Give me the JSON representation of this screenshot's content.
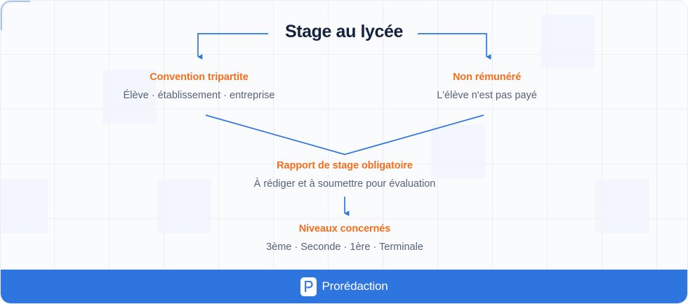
{
  "theme": {
    "accent_orange": "#f4701e",
    "arrow_blue": "#2f75e0",
    "footer_blue": "#2f75e0",
    "heading_navy": "#16213e",
    "subtitle_gray": "#57627a",
    "background": "#fafbfd"
  },
  "diagram": {
    "root": {
      "title": "Stage au lycée"
    },
    "nodes": [
      {
        "key": "convention",
        "title": "Convention tripartite",
        "subtitle": "Élève · établissement · entreprise"
      },
      {
        "key": "non_remunere",
        "title": "Non rémunéré",
        "subtitle": "L'élève n'est pas payé"
      },
      {
        "key": "rapport",
        "title": "Rapport de stage obligatoire",
        "subtitle": "À rédiger et à soumettre pour évaluation"
      },
      {
        "key": "niveaux",
        "title": "Niveaux concernés",
        "subtitle": "3ème · Seconde · 1ère · Terminale"
      }
    ]
  },
  "footer": {
    "brand_name": "Prorédaction",
    "logo_icon": "prorediaction-p-logo-icon"
  }
}
